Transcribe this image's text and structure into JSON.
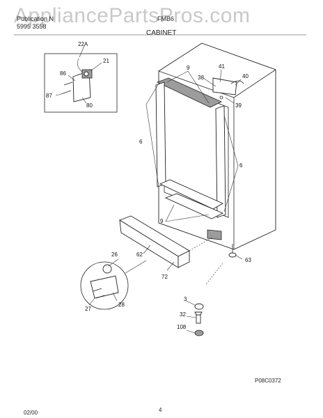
{
  "header": {
    "left_line1": "Publication N",
    "left_line2": "5995 3558",
    "model": "FMB6",
    "section": "CABINET"
  },
  "watermark": "AppliancePartsPros.com",
  "footer": {
    "date": "02/00",
    "page": "4",
    "drawing_code": "P08C0372"
  },
  "callouts": {
    "c22a": "22A",
    "c21": "21",
    "c86": "86",
    "c87": "87",
    "c80": "80",
    "c9a": "9",
    "c38": "38",
    "c41": "41",
    "c40": "40",
    "c39": "39",
    "c6a": "6",
    "c6b": "6",
    "c9b": "9",
    "c26": "26",
    "c62": "62",
    "c63": "63",
    "c72": "72",
    "c27": "27",
    "c28": "28",
    "c3": "3",
    "c32": "32",
    "c108": "108"
  }
}
